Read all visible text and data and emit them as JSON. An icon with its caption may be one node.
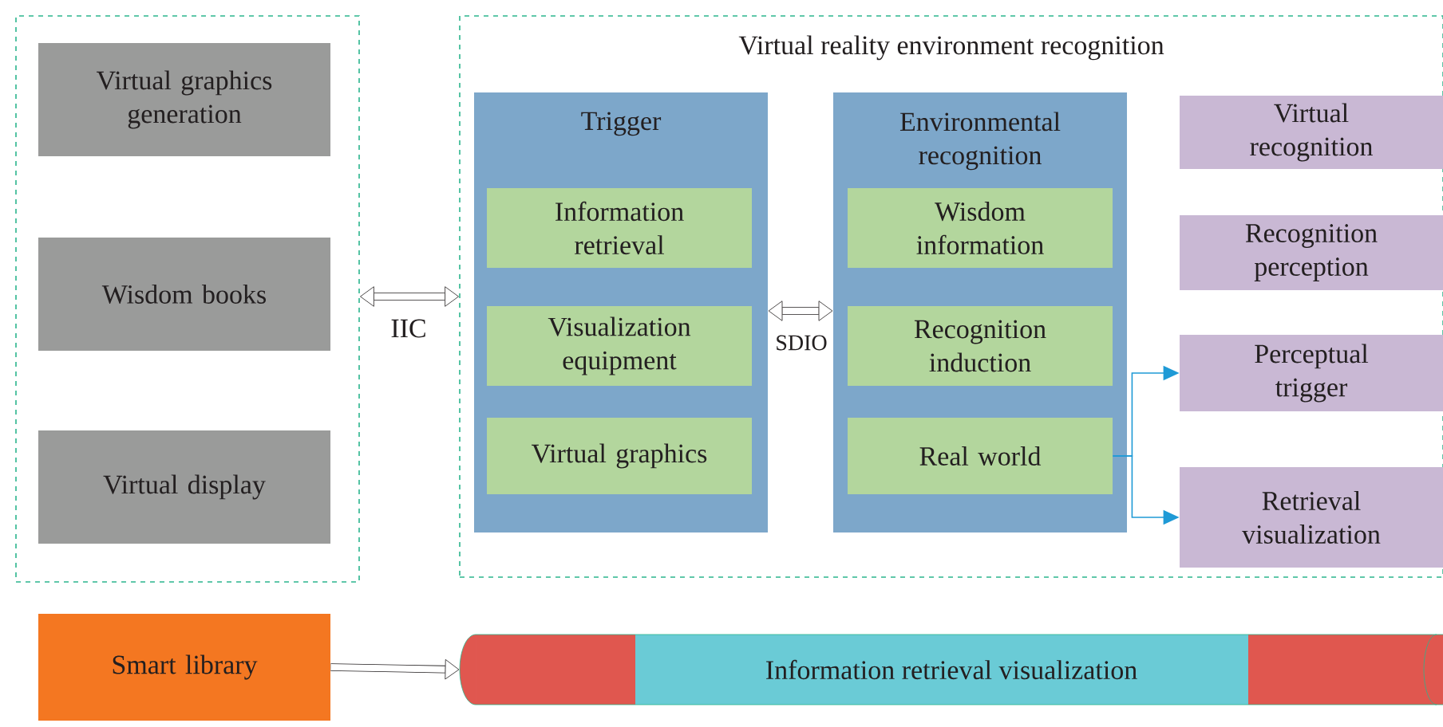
{
  "diagram": {
    "nodes": [
      {
        "text": [],
        "shape": "box"
      },
      {
        "text": [
          "Virtual graphics generation"
        ],
        "in": 0
      },
      {
        "text": [
          "Wisdom books"
        ],
        "in": 0
      },
      {
        "text": [
          "Virtual display"
        ],
        "in": 0
      },
      {
        "text": [
          "Virtual reality environment recognition"
        ]
      },
      {
        "text": [
          "Trigger"
        ],
        "in": 4
      },
      {
        "text": [
          "Information retrieval"
        ],
        "in": 5
      },
      {
        "text": [
          "Visualization equipment"
        ],
        "in": 5
      },
      {
        "text": [
          "Virtual graphics"
        ],
        "in": 5
      },
      {
        "text": [
          "Environmental recognition"
        ],
        "in": 4
      },
      {
        "text": [
          "Wisdom information"
        ],
        "in": 9
      },
      {
        "text": [
          "Recognition induction"
        ],
        "in": 9
      },
      {
        "text": [
          "Real world"
        ],
        "in": 9
      },
      {
        "text": [
          "Virtual recognition"
        ],
        "in": 4
      },
      {
        "text": [
          "Recognition perception"
        ],
        "in": 4
      },
      {
        "text": [
          "Perceptual trigger"
        ],
        "in": 4
      },
      {
        "text": [
          "Retrieval visualization"
        ],
        "in": 4
      },
      {
        "text": [
          "Smart library"
        ]
      },
      {
        "text": [
          "Information retrieval visualization"
        ]
      }
    ],
    "edges": [
      {
        "from": 0,
        "to": 4,
        "arrow": "both",
        "label": "IIC"
      },
      {
        "from": 5,
        "to": 9,
        "arrow": "both",
        "label": "SDIO"
      },
      {
        "from": 12,
        "to": 15,
        "arrow": "to",
        "color": "#1f9ad6"
      },
      {
        "from": 12,
        "to": 16,
        "arrow": "to",
        "color": "#1f9ad6"
      },
      {
        "from": 17,
        "to": 18,
        "arrow": "to"
      }
    ]
  }
}
